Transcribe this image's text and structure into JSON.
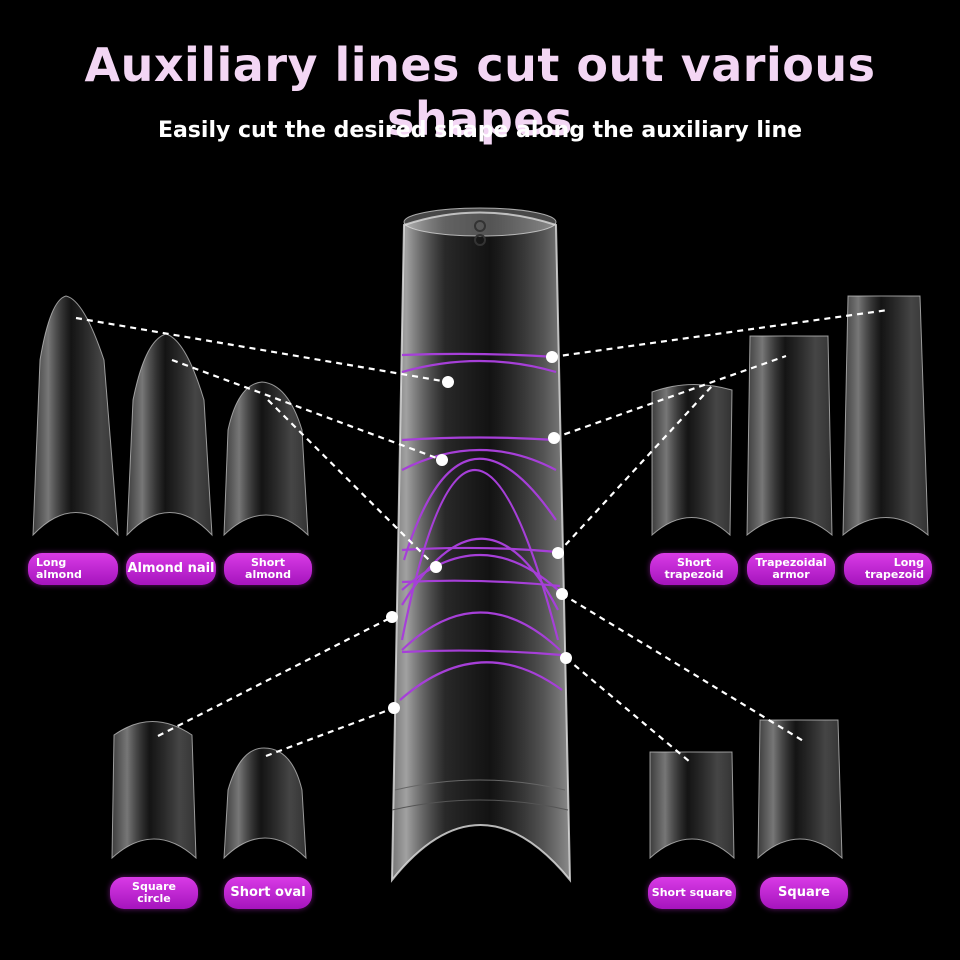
{
  "title": "Auxiliary lines cut out various shapes",
  "subtitle": "Easily cut the desired shape along the auxiliary line",
  "shapes": {
    "long_almond": "Long\nalmond",
    "almond_nail": "Almond nail",
    "short_almond": "Short\nalmond",
    "short_trapezoid": "Short\ntrapezoid",
    "trapezoidal_armor": "Trapezoidal\narmor",
    "long_trapezoid": "Long\ntrapezoid",
    "square_circle": "Square\ncircle",
    "short_oval": "Short oval",
    "short_square": "Short square",
    "square": "Square"
  },
  "colors": {
    "background": "#000000",
    "title": "#f3d6f4",
    "label_bg": "#c32ad6",
    "guide_line": "#a63fd8"
  }
}
